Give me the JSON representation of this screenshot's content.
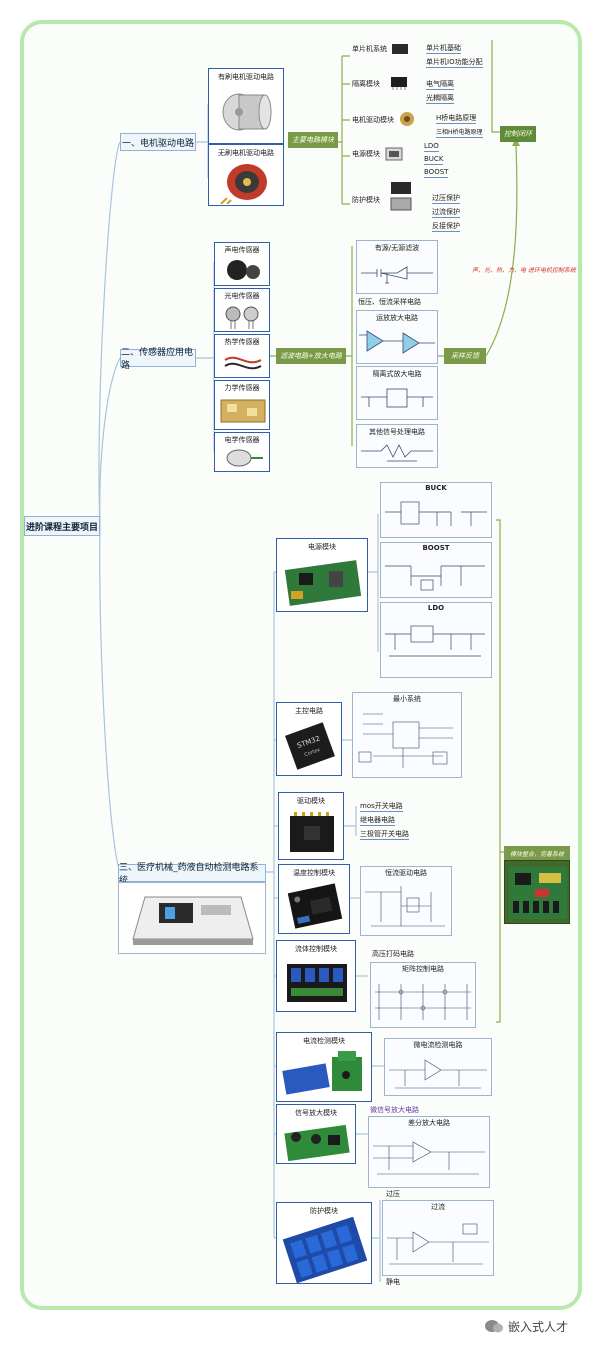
{
  "root": "进阶课程主要项目",
  "category1": {
    "title": "一、电机驱动电路",
    "motors": [
      "有刷电机驱动电路",
      "无刷电机驱动电路"
    ],
    "tag_main": "主要电路模块",
    "modules": [
      {
        "name": "单片机系统",
        "items": [
          "单片机基础",
          "单片机IO功能分配"
        ]
      },
      {
        "name": "隔离模块",
        "items": [
          "电气隔离",
          "光耦隔离"
        ]
      },
      {
        "name": "电机驱动模块",
        "items": [
          "H桥电路原理",
          "三相H桥电路原理"
        ]
      },
      {
        "name": "电源模块",
        "items": [
          "LDO",
          "BUCK",
          "BOOST"
        ]
      },
      {
        "name": "防护模块",
        "items": [
          "过压保护",
          "过流保护",
          "反接保护"
        ]
      }
    ],
    "tag_control": "控制闭环",
    "loop_text": "声、光、热、力、电  进环电机控制系统"
  },
  "category2": {
    "title": "二、传感器应用电路",
    "sensors": [
      "声电传感器",
      "光电传感器",
      "热学传感器",
      "力学传感器",
      "电学传感器"
    ],
    "tag_filter": "滤波电路+放大电路",
    "circuits": [
      "有源/无源滤波",
      "恒压、恒流采样电路",
      "运放放大电路",
      "隔离式放大电路",
      "其他信号处理电路"
    ],
    "tag_feedback": "采样反馈"
  },
  "category3": {
    "title": "三、医疗机械_药液自动检测电路系统",
    "power": {
      "name": "电源模块",
      "subs": [
        "BUCK",
        "BOOST",
        "LDO"
      ]
    },
    "main_ctrl": {
      "name": "主控电路",
      "sub": "最小系统",
      "chip_top": "STM32",
      "chip_bottom": "Cortex"
    },
    "drive": {
      "name": "驱动模块",
      "items": [
        "mos开关电路",
        "继电器电路",
        "三极管开关电路"
      ]
    },
    "temp": {
      "name": "温度控制模块",
      "item": "恒流驱动电路"
    },
    "pump": {
      "name": "流体控制模块",
      "items": [
        "高压打码电路",
        "矩阵控制电路"
      ]
    },
    "current": {
      "name": "电流检测模块",
      "item": "微电流检测电路"
    },
    "signal": {
      "name": "信号放大模块",
      "items": [
        "微信号放大电路",
        "差分放大电路"
      ]
    },
    "protect": {
      "name": "防护模块",
      "items": [
        "过压",
        "过流",
        "静电"
      ]
    },
    "tag_integrate": "模块整合，完善系统"
  },
  "footer": {
    "text": "嵌入式人才"
  },
  "colors": {
    "frame": "#b9e8ad",
    "tag": "#7a9a4a",
    "box_border": "#2f5fa8",
    "node_fill": "#eef5fb",
    "loop_text": "#d23a2a"
  }
}
